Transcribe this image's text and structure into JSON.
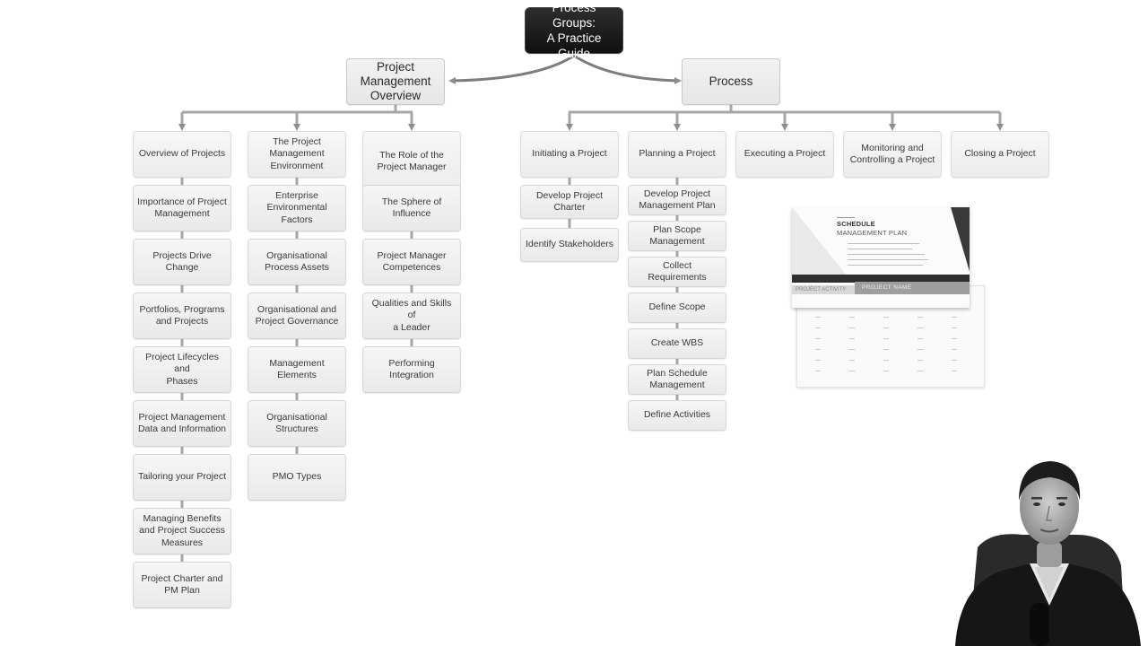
{
  "root": {
    "label": "Process Groups:\nA Practice Guide"
  },
  "branches": {
    "pm_overview": {
      "label": "Project\nManagement\nOverview"
    },
    "process": {
      "label": "Process"
    }
  },
  "pm_overview_columns": [
    {
      "head": "Overview of Projects",
      "items": [
        "Importance of Project\nManagement",
        "Projects Drive Change",
        "Portfolios, Programs\nand Projects",
        "Project Lifecycles and\nPhases",
        "Project Management\nData and Information",
        "Tailoring your Project",
        "Managing Benefits\nand Project Success\nMeasures",
        "Project Charter and\nPM Plan"
      ]
    },
    {
      "head": "The Project\nManagement\nEnvironment",
      "items": [
        "Enterprise\nEnvironmental\nFactors",
        "Organisational\nProcess Assets",
        "Organisational and\nProject Governance",
        "Management\nElements",
        "Organisational\nStructures",
        "PMO Types"
      ]
    },
    {
      "head": "The Role of the\nProject Manager",
      "items": [
        "The Sphere of\nInfluence",
        "Project Manager\nCompetences",
        "Qualities and Skills of\na Leader",
        "Performing\nIntegration"
      ]
    }
  ],
  "process_columns": [
    {
      "head": "Initiating a Project",
      "items": [
        "Develop Project\nCharter",
        "Identify Stakeholders"
      ]
    },
    {
      "head": "Planning a Project",
      "items": [
        "Develop Project\nManagement Plan",
        "Plan Scope\nManagement",
        "Collect Requirements",
        "Define Scope",
        "Create WBS",
        "Plan Schedule\nManagement",
        "Define Activities"
      ]
    },
    {
      "head": "Executing a Project",
      "items": []
    },
    {
      "head": "Monitoring and\nControlling a Project",
      "items": []
    },
    {
      "head": "Closing a Project",
      "items": []
    }
  ],
  "document_thumbnail": {
    "title_line1": "SCHEDULE",
    "title_line2": "MANAGEMENT PLAN",
    "activity_label": "PROJECT ACTIVITY",
    "name_label": "PROJECT NAME"
  },
  "presenter": {
    "icon": "presenter-video-icon"
  },
  "colors": {
    "connector": "#a6a6a6",
    "root_fill": "#1a1a1a",
    "node_fill": "#efefef",
    "node_text": "#3a3a3a"
  }
}
